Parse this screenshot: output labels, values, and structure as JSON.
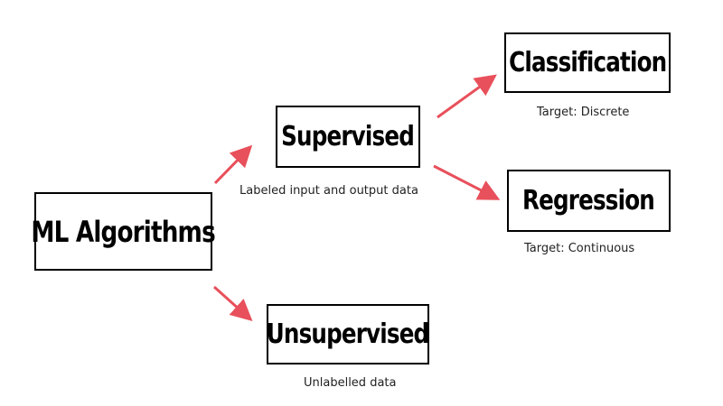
{
  "colors": {
    "arrow": "#e8505b",
    "border": "#000000",
    "text": "#000000"
  },
  "nodes": {
    "root": {
      "label": "ML Algorithms"
    },
    "supervised": {
      "label": "Supervised",
      "caption": "Labeled input and output data"
    },
    "unsupervised": {
      "label": "Unsupervised",
      "caption": "Unlabelled data"
    },
    "classification": {
      "label": "Classification",
      "caption": "Target: Discrete"
    },
    "regression": {
      "label": "Regression",
      "caption": "Target: Continuous"
    }
  }
}
